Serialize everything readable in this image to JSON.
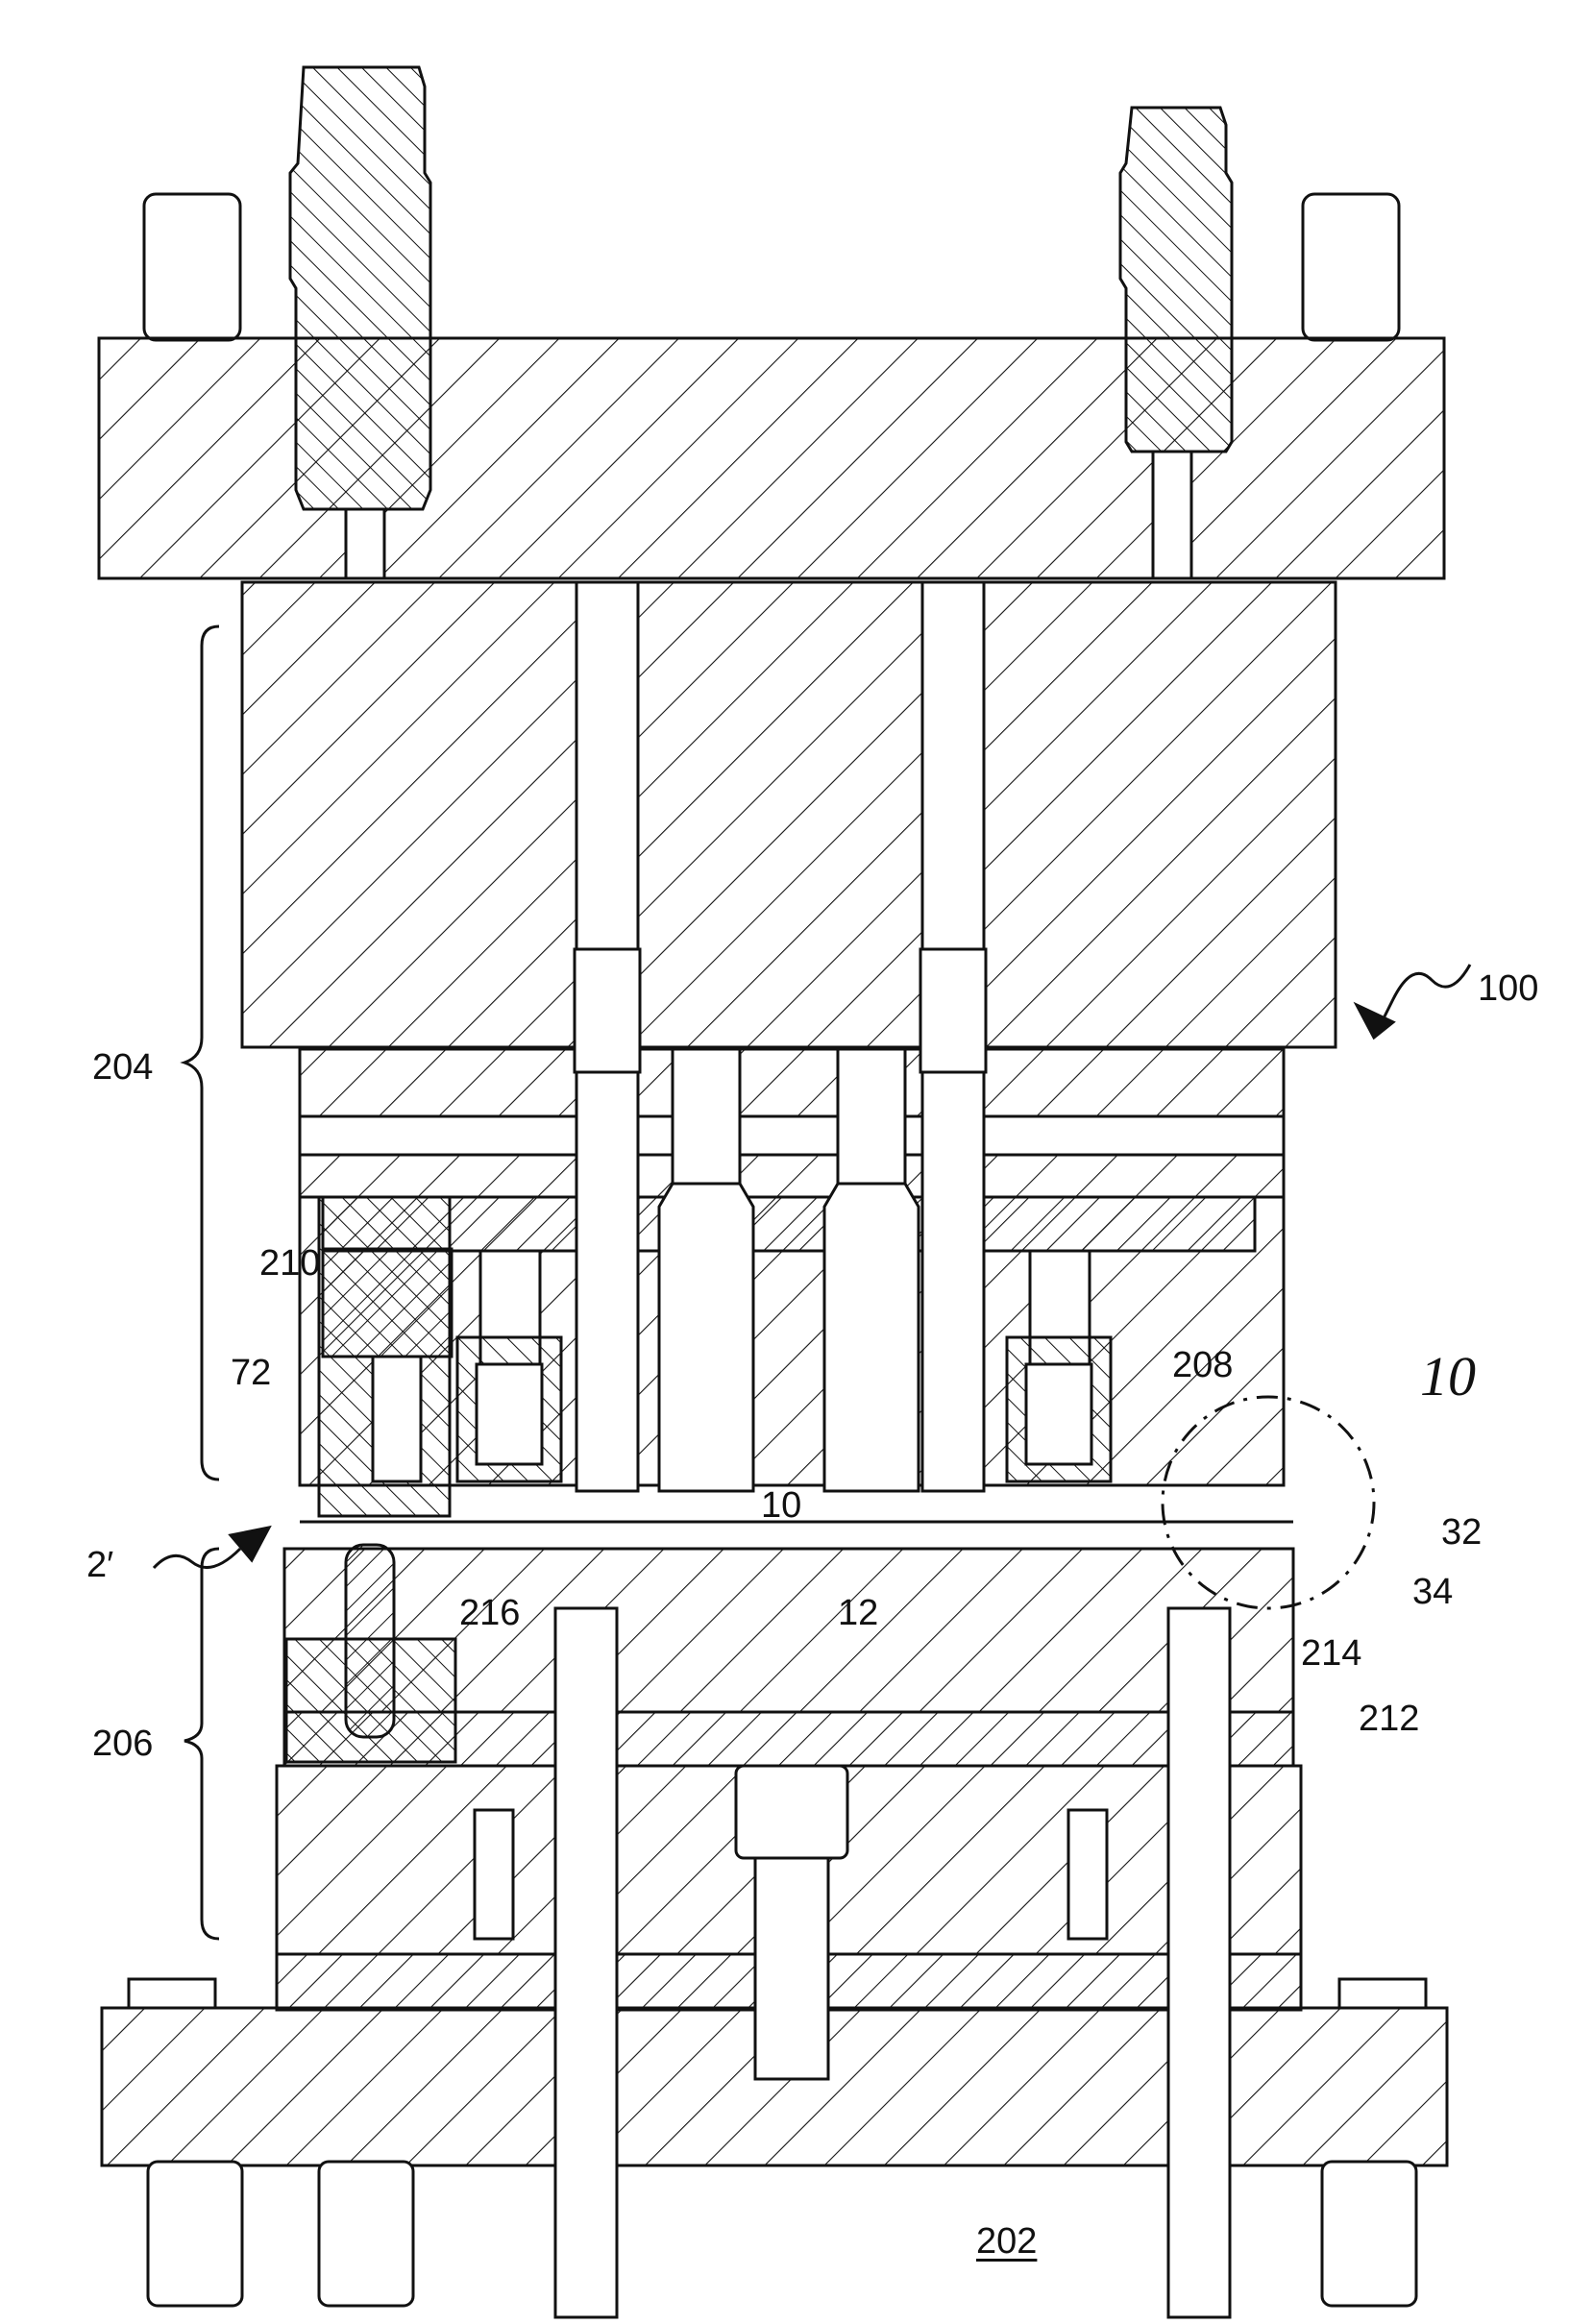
{
  "figure": {
    "ref_labels": {
      "assembly": "100",
      "upper_die": "204",
      "lower_die": "206",
      "base": "202",
      "detail_circle": "10",
      "part_surface_a": "10",
      "part_surface_b": "12",
      "pad_a": "210",
      "pad_b": "216",
      "pin": "72",
      "flange": "2′",
      "insert_a": "208",
      "insert_b": "214",
      "insert_c": "212",
      "edge_a": "32",
      "edge_b": "34"
    },
    "colors": {
      "ink": "#111111",
      "paper": "#ffffff"
    },
    "hatch": "diagonal-45"
  }
}
